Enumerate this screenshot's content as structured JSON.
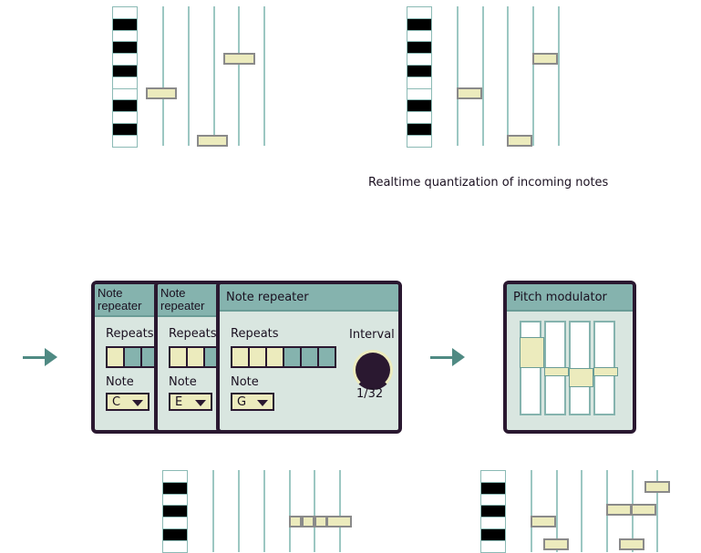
{
  "caption": "Realtime quantization of incoming notes",
  "repeaters": [
    {
      "title": "Note repeater",
      "repeats_label": "Repeats",
      "note_label": "Note",
      "note": "C",
      "repeats": [
        1,
        0,
        0,
        0,
        0,
        0
      ]
    },
    {
      "title": "Note repeater",
      "repeats_label": "Repeats",
      "note_label": "Note",
      "note": "E",
      "repeats": [
        1,
        1,
        0,
        0,
        0,
        0
      ]
    },
    {
      "title": "Note repeater",
      "repeats_label": "Repeats",
      "note_label": "Note",
      "note": "G",
      "repeats": [
        1,
        1,
        1,
        0,
        0,
        0
      ],
      "interval_label": "Interval",
      "interval": "1/32"
    }
  ],
  "pitch_modulator": {
    "title": "Pitch modulator",
    "offsets": [
      2,
      -0.3,
      1,
      -0.3
    ]
  },
  "colors": {
    "accent": "#85b3ae",
    "dark": "#2a1830",
    "note": "#ecebbd",
    "panel": "#d9e6e0",
    "arrow": "#4f8a83"
  }
}
